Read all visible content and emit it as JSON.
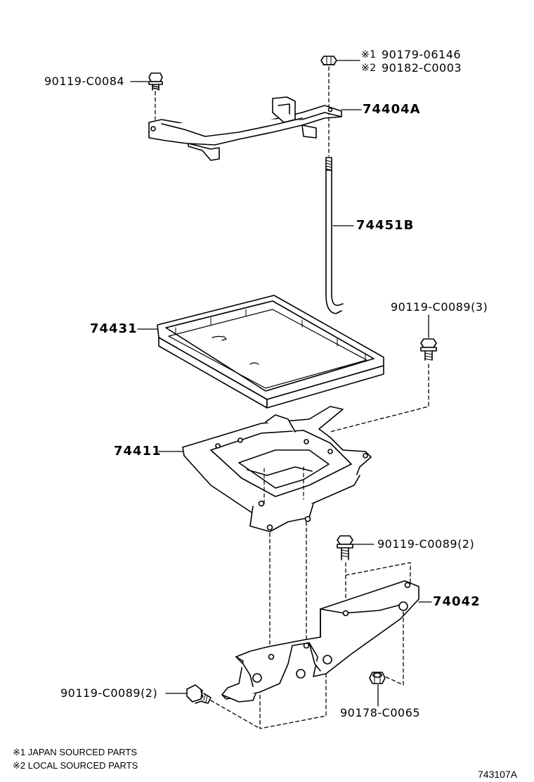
{
  "parts": {
    "bolt_top_left": "90119-C0084",
    "nut_top_variant1_mark": "※1",
    "nut_top_variant1": "90179-06146",
    "nut_top_variant2_mark": "※2",
    "nut_top_variant2": "90182-C0003",
    "clamp": "74404A",
    "hold_rod": "74451B",
    "bolt_right_upper": "90119-C0089(3)",
    "battery_tray": "74431",
    "carrier": "74411",
    "bolt_right_middle": "90119-C0089(2)",
    "bracket": "74042",
    "bolt_left_lower": "90119-C0089(2)",
    "nut_lower": "90178-C0065"
  },
  "notes": {
    "note1": "※1 JAPAN SOURCED PARTS",
    "note2": "※2 LOCAL SOURCED PARTS"
  },
  "illustration_code": "743107A"
}
